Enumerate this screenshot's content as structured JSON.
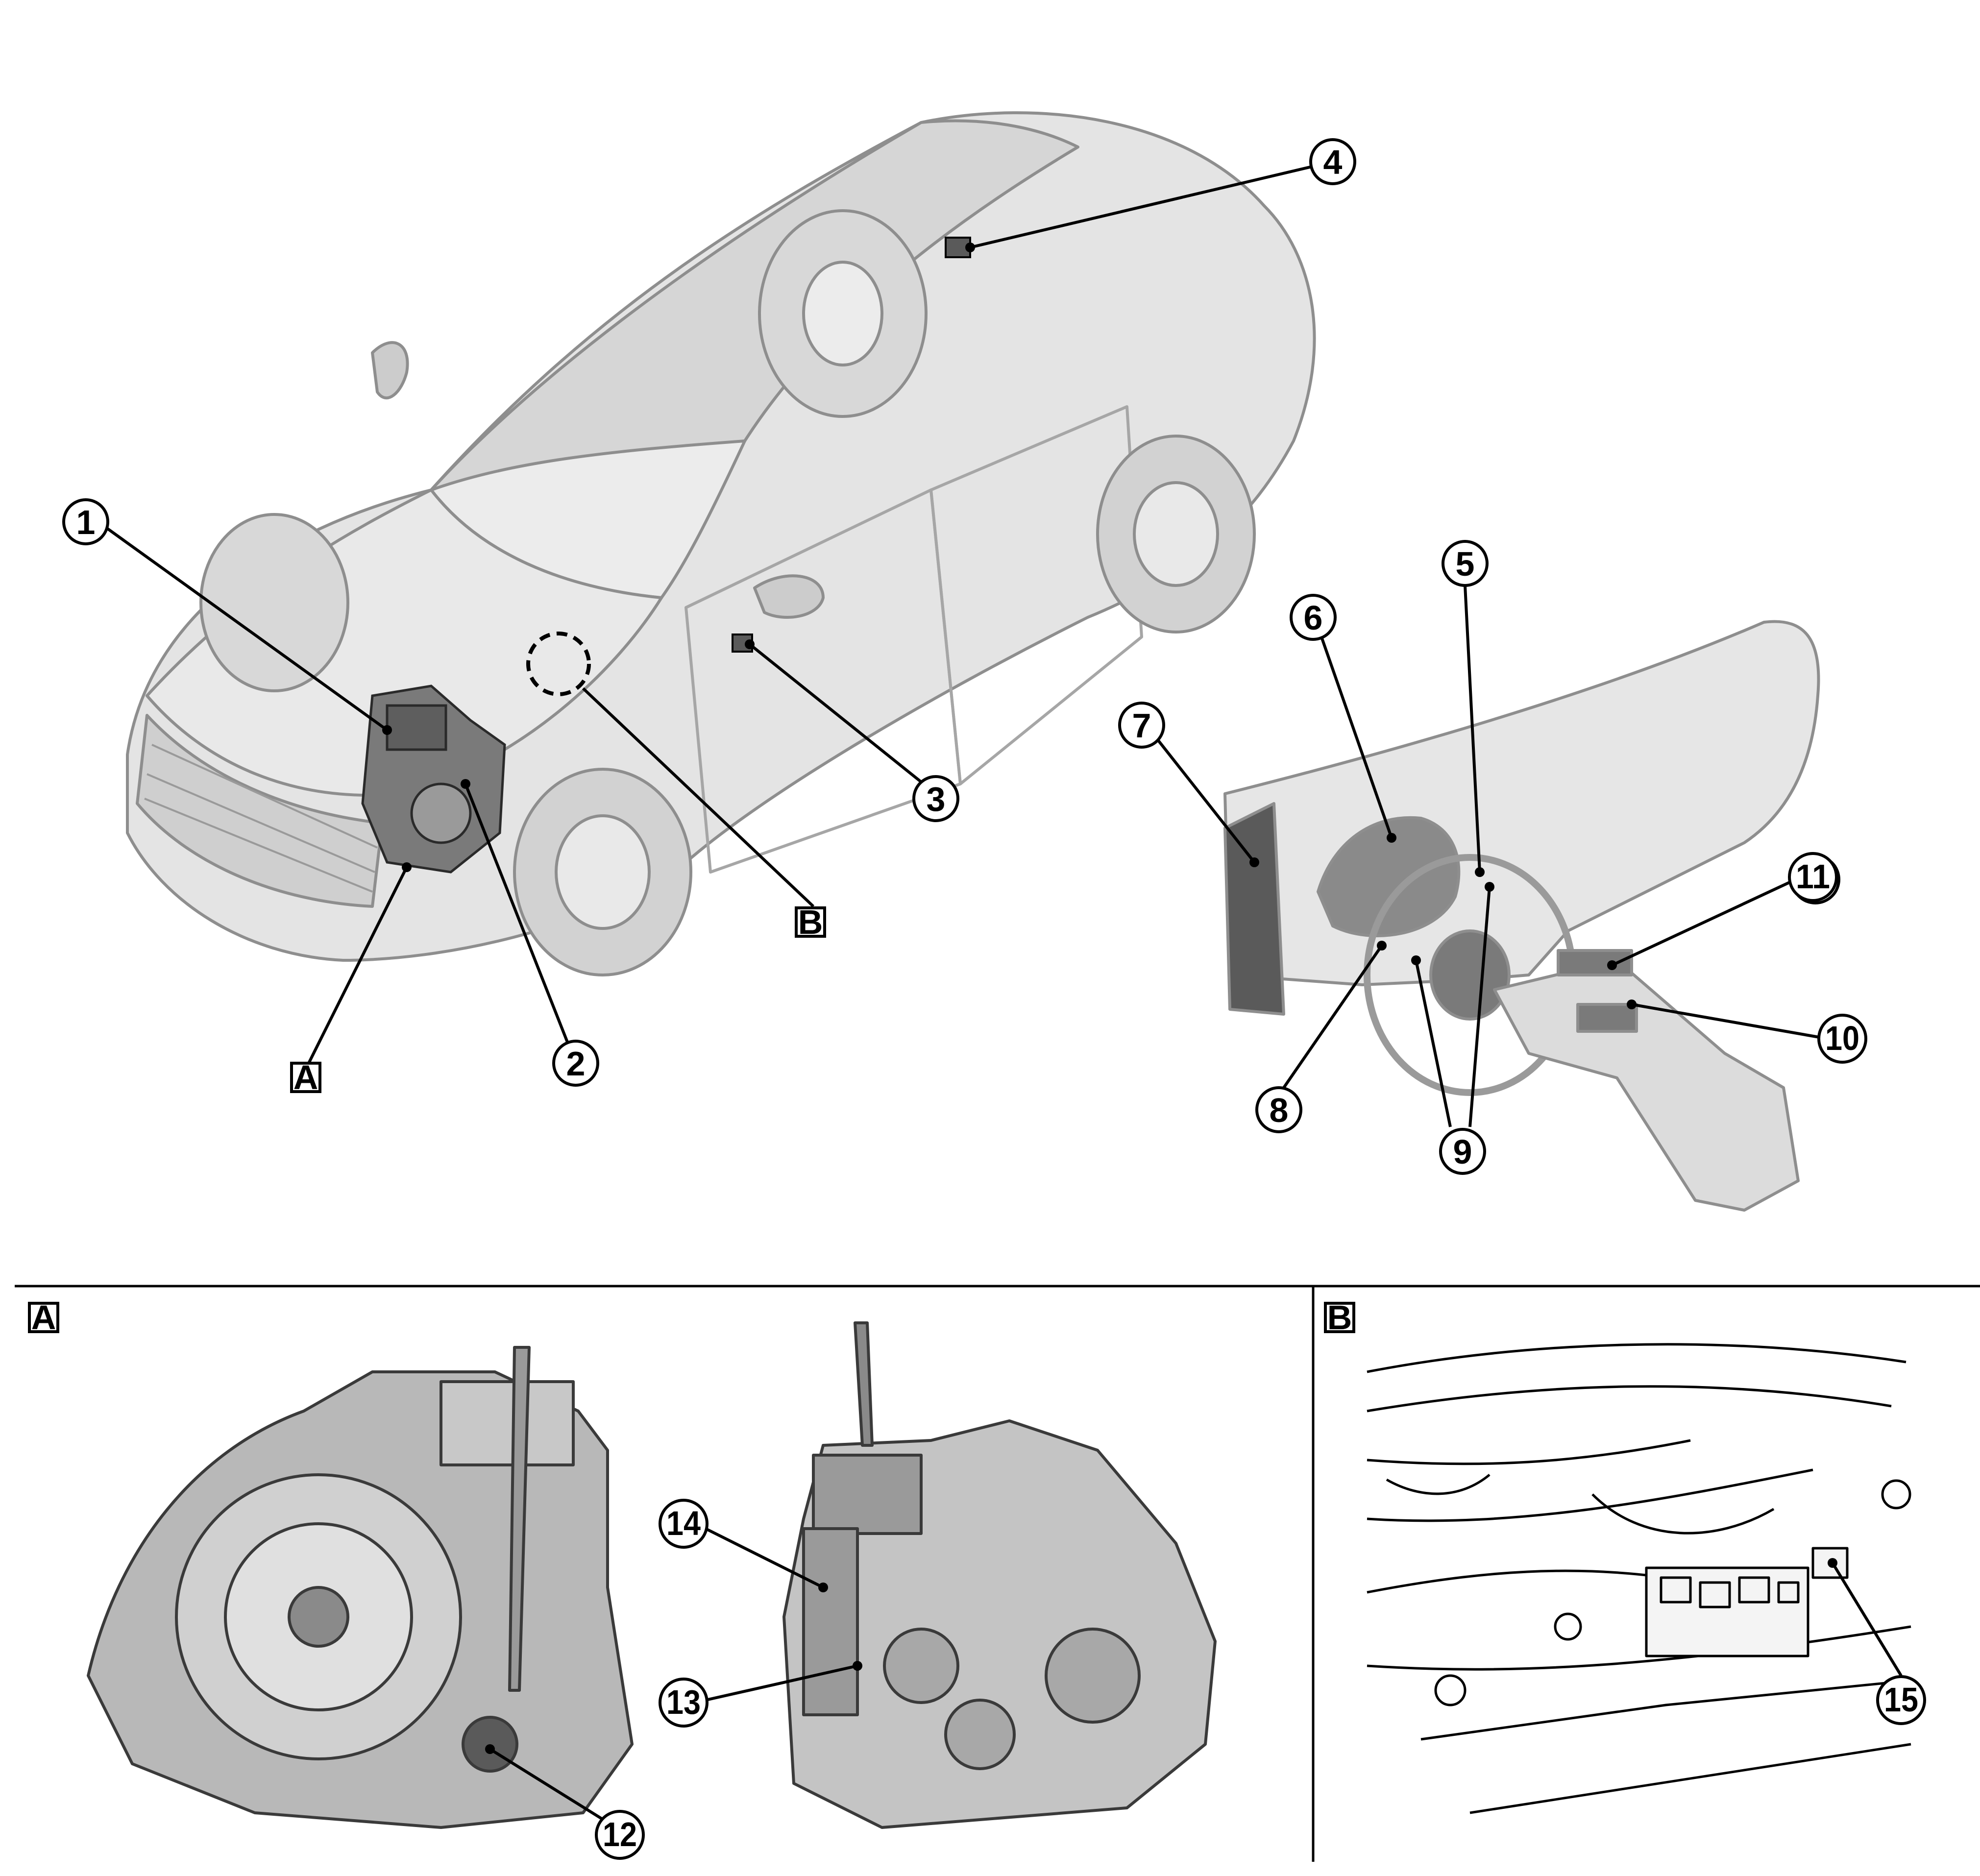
{
  "callouts": {
    "c1": "1",
    "c2": "2",
    "c3": "3",
    "c4": "4",
    "c5": "5",
    "c6": "6",
    "c7": "7",
    "c8": "8",
    "c9": "9",
    "c10": "10",
    "c11": "11",
    "c12": "12",
    "c13": "13",
    "c14": "14",
    "c15": "15"
  },
  "section_labels": {
    "a_marker": "A",
    "b_marker": "B",
    "a_panel": "A",
    "b_panel": "B"
  },
  "colors": {
    "line": "#000000",
    "ghost_fill": "#e4e4e4",
    "ghost_stroke": "#8e8e8e",
    "part_fill": "#6c6c6c",
    "metal_fill": "#b8b8b8"
  }
}
